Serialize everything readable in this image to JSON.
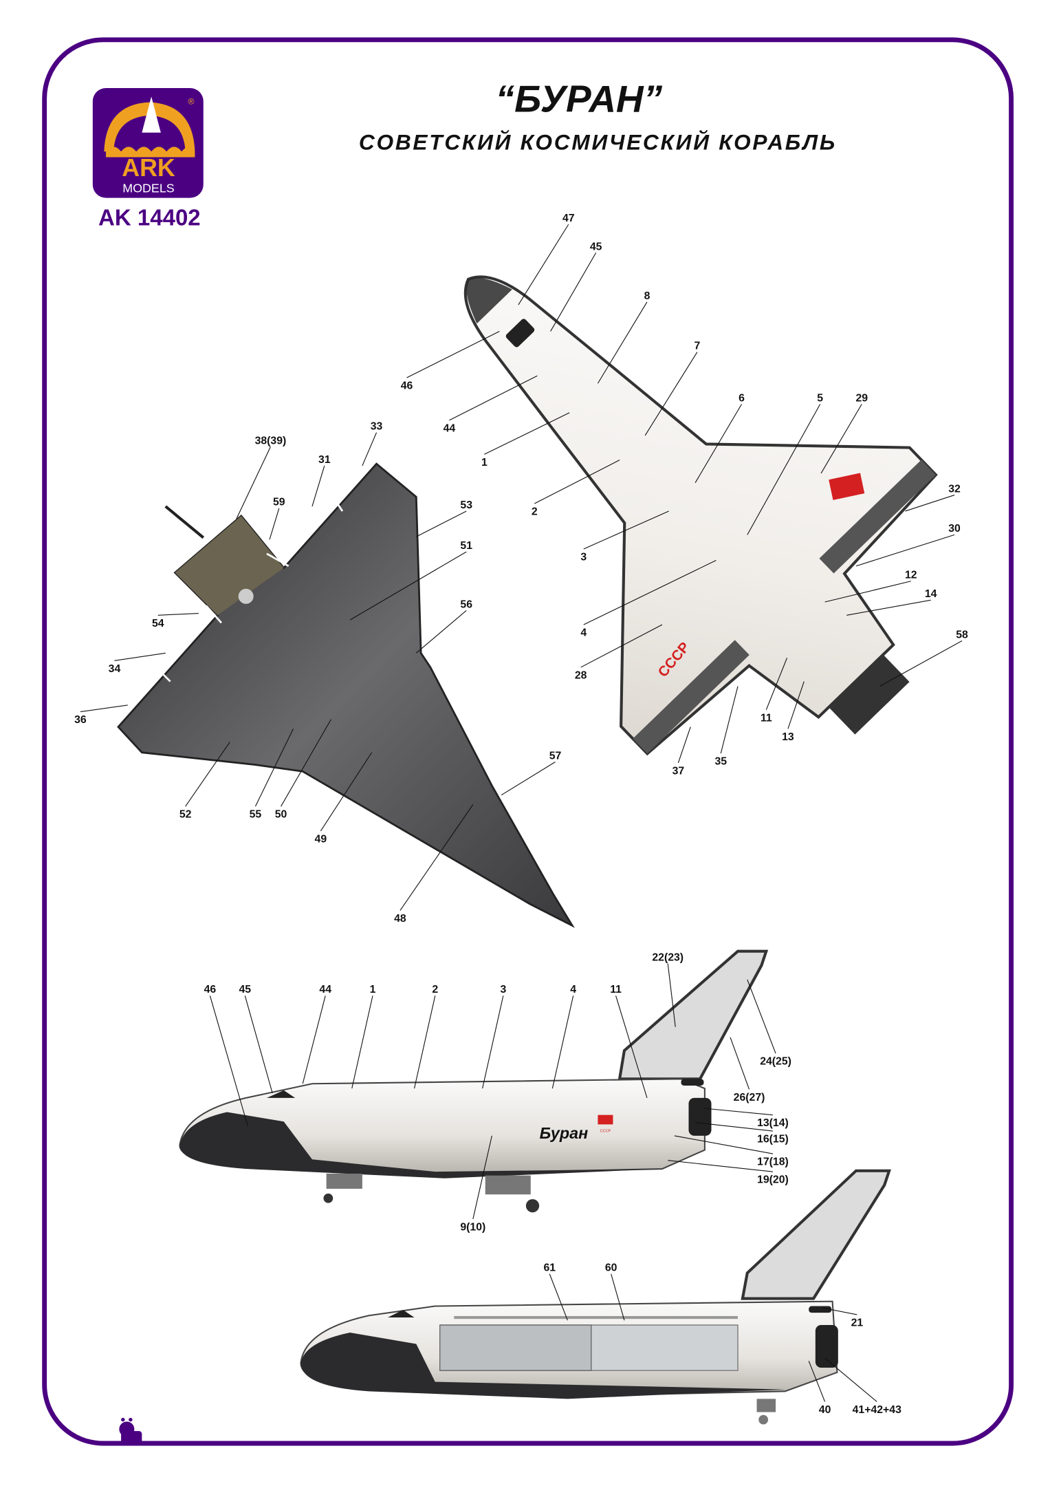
{
  "header": {
    "title": "“БУРАН”",
    "subtitle": "СОВЕТСКИЙ КОСМИЧЕСКИЙ КОРАБЛЬ"
  },
  "logo": {
    "brand": "ARK",
    "sub": "MODELS",
    "registered": "®",
    "kit_number": "AK 14402"
  },
  "markings": {
    "wing_text": "СССР",
    "fuselage_name": "Буран",
    "flag_small_text": "СССР"
  },
  "colors": {
    "frame": "#4b0082",
    "logo_orange": "#f0a020",
    "marking_red": "#d42020"
  },
  "labels": {
    "top_view": [
      "47",
      "45",
      "8",
      "7",
      "46",
      "44",
      "6",
      "5",
      "29",
      "1",
      "32",
      "2",
      "30",
      "3",
      "12",
      "14",
      "4",
      "58",
      "28",
      "11",
      "13",
      "35",
      "37"
    ],
    "bottom_view": [
      "38(39)",
      "33",
      "31",
      "59",
      "53",
      "51",
      "56",
      "54",
      "34",
      "36",
      "57",
      "52",
      "55",
      "50",
      "49",
      "48"
    ],
    "side_view": [
      "46",
      "45",
      "44",
      "1",
      "2",
      "3",
      "4",
      "11",
      "22(23)",
      "24(25)",
      "26(27)",
      "13(14)",
      "16(15)",
      "17(18)",
      "19(20)",
      "9(10)"
    ],
    "side_view_open": [
      "61",
      "60",
      "21",
      "40",
      "41+42+43"
    ]
  }
}
